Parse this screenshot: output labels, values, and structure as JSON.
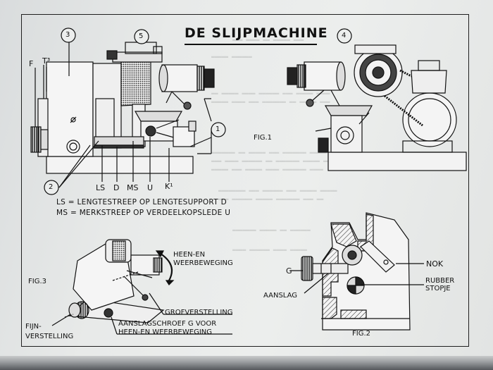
{
  "title": "DE SLIJPMACHINE",
  "fig1": {
    "caption": "FIG.1",
    "callouts": [
      "1",
      "2",
      "3",
      "4",
      "5"
    ],
    "letters": [
      "F",
      "T³",
      "LS",
      "D",
      "MS",
      "U",
      "K¹"
    ]
  },
  "legend": {
    "line1": "LS = LENGTESTREEP OP LENGTESUPPORT D",
    "line2": "MS = MERKSTREEP OP VERDEELKOPSLEDE U"
  },
  "fig2": {
    "caption": "FIG.2",
    "labels": {
      "g": "G",
      "aanslag": "AANSLAG",
      "nok": "NOK",
      "rubber": "RUBBER",
      "stopje": "STOPJE"
    }
  },
  "fig3": {
    "caption": "FIG.3",
    "labels": {
      "heen1": "HEEN-EN",
      "heen2": "WEERBEWEGING",
      "grof": "GROFVERSTELLING",
      "aanslag1": "AANSLAGSCHROEF G VOOR",
      "aanslag2": "HEEN-EN WEERBEWEGING",
      "fijn1": "FIJN-",
      "fijn2": "VERSTELLING"
    }
  }
}
